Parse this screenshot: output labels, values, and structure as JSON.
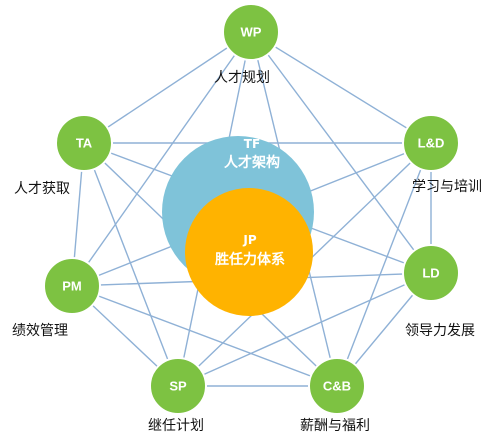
{
  "nodes": [
    {
      "id": "WP",
      "label": "人才规划"
    },
    {
      "id": "TA",
      "label": "人才获取"
    },
    {
      "id": "L&D",
      "label": "学习与培训"
    },
    {
      "id": "PM",
      "label": "绩效管理"
    },
    {
      "id": "LD",
      "label": "领导力发展"
    },
    {
      "id": "SP",
      "label": "继任计划"
    },
    {
      "id": "C&B",
      "label": "薪酬与福利"
    }
  ],
  "center": {
    "outer": {
      "abbr": "TF",
      "label": "人才架构"
    },
    "inner": {
      "abbr": "JP",
      "label": "胜任力体系"
    }
  },
  "colors": {
    "node": "#7dc242",
    "line": "#8fb1d6",
    "outer_circle": "#7fc3d9",
    "inner_circle": "#ffb300"
  }
}
